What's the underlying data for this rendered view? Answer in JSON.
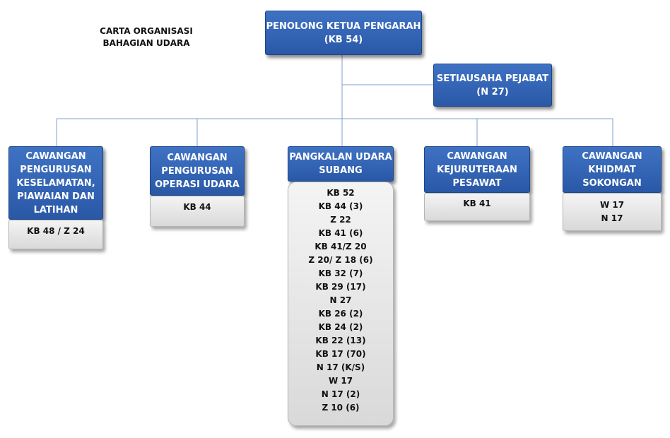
{
  "title": {
    "line1": "CARTA ORGANISASI",
    "line2": "BAHAGIAN UDARA"
  },
  "top": {
    "line1": "PENOLONG KETUA PENGARAH",
    "line2": "(KB 54)"
  },
  "secretary": {
    "line1": "SETIAUSAHA PEJABAT",
    "line2": "(N 27)"
  },
  "branches": [
    {
      "lines": [
        "CAWANGAN",
        "PENGURUSAN",
        "KESELAMATAN,",
        "PIAWAIAN DAN",
        "LATIHAN"
      ],
      "grades": [
        "KB 48 / Z 24"
      ]
    },
    {
      "lines": [
        "CAWANGAN",
        "PENGURUSAN",
        "OPERASI UDARA"
      ],
      "grades": [
        "KB 44"
      ]
    },
    {
      "lines": [
        "PANGKALAN UDARA",
        "SUBANG"
      ],
      "grades": [
        "KB 52",
        "KB 44 (3)",
        "Z 22",
        "KB 41 (6)",
        "KB 41/Z 20",
        "Z 20/ Z 18 (6)",
        "KB 32 (7)",
        "KB 29 (17)",
        "N 27",
        "KB 26 (2)",
        "KB 24 (2)",
        "KB 22 (13)",
        "KB 17 (70)",
        "N 17 (K/S)",
        "W 17",
        "N 17 (2)",
        "Z 10 (6)"
      ]
    },
    {
      "lines": [
        "CAWANGAN",
        "KEJURUTERAAN",
        "PESAWAT"
      ],
      "grades": [
        "KB 41"
      ]
    },
    {
      "lines": [
        "CAWANGAN",
        "KHIDMAT",
        "SOKONGAN"
      ],
      "grades": [
        "W 17",
        "N 17"
      ]
    }
  ]
}
